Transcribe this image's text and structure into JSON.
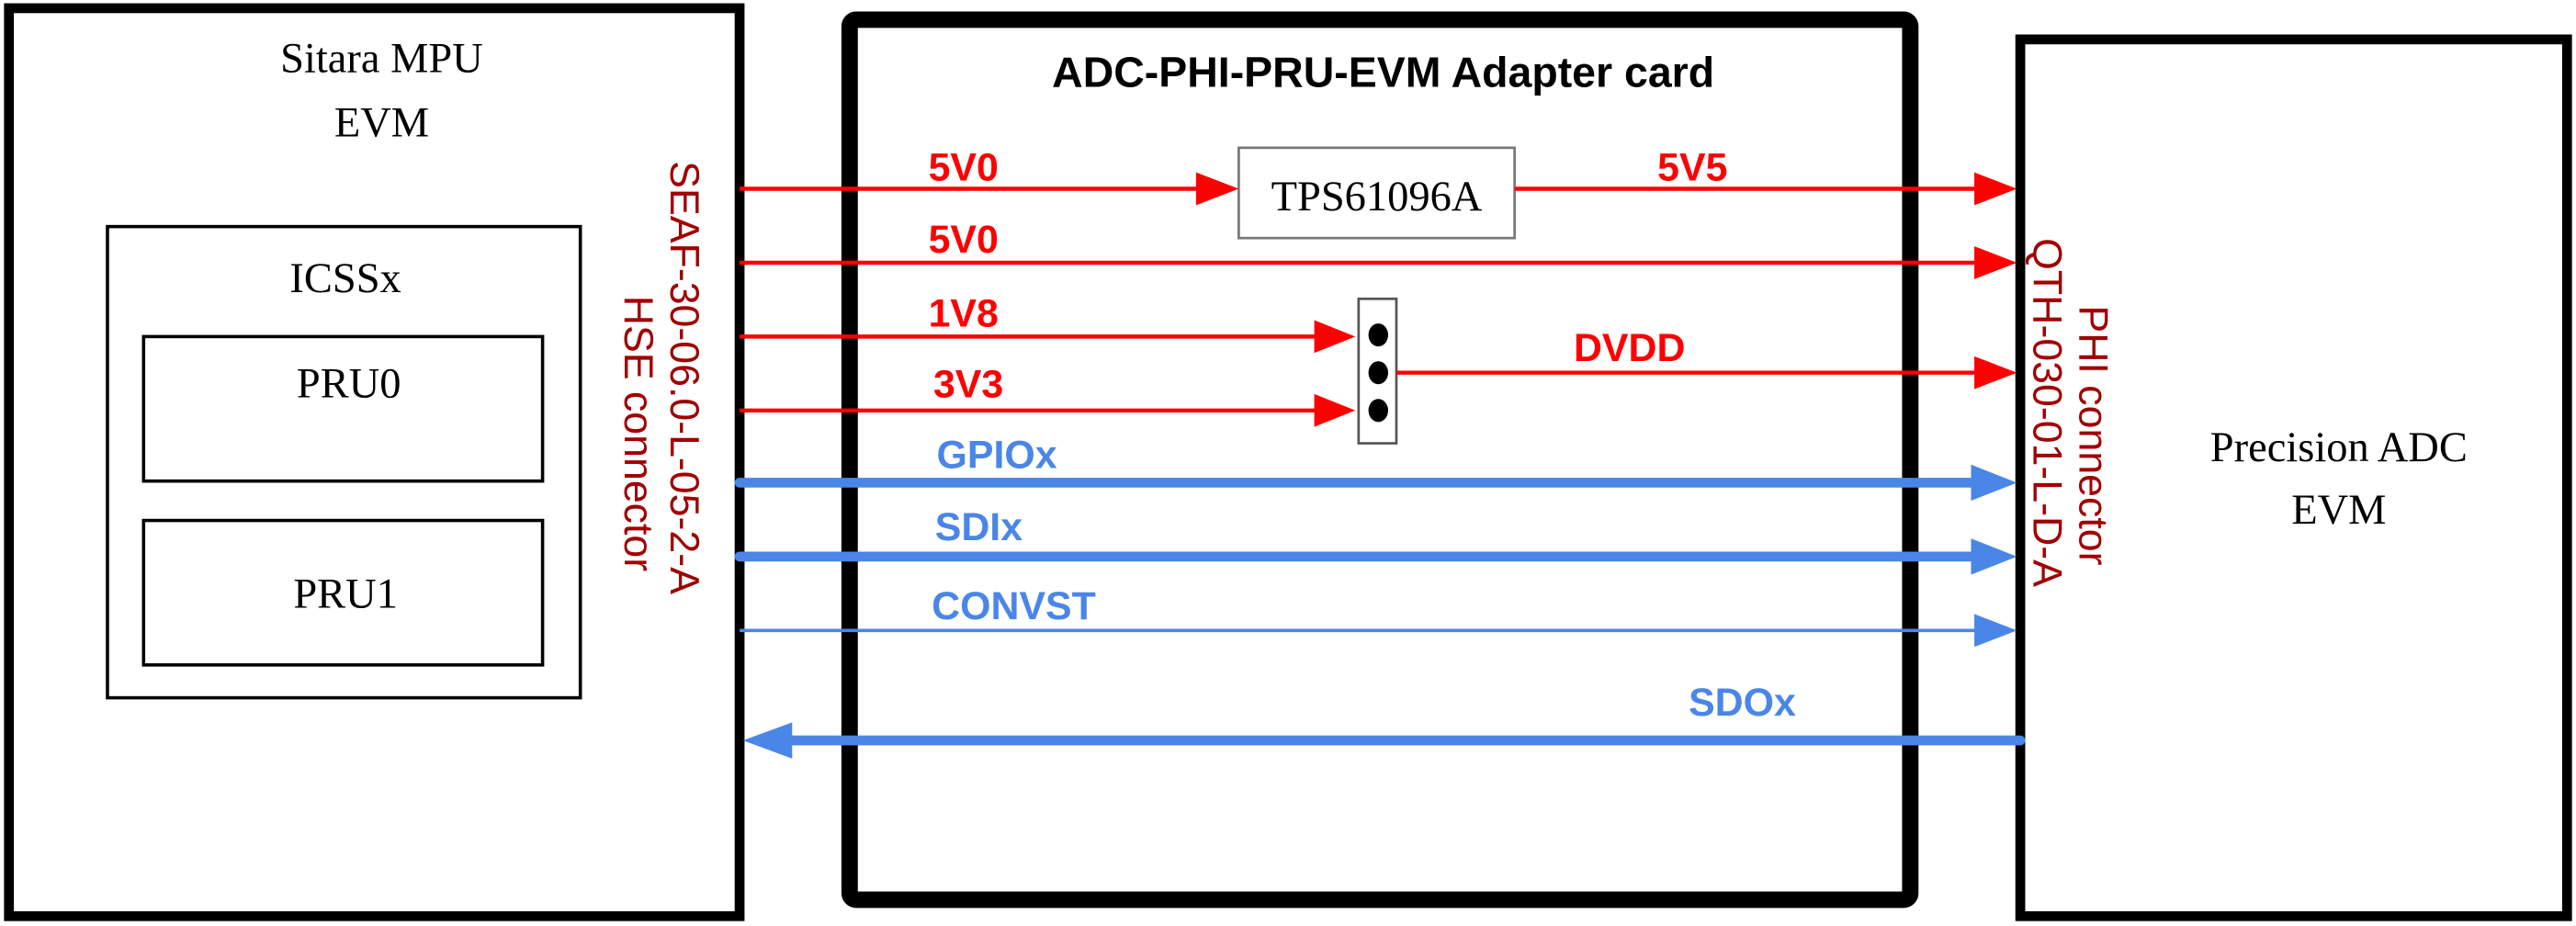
{
  "colors": {
    "power": "#ff0000",
    "signal": "#4a86e8",
    "connector": "#a00000",
    "outline": "#000000"
  },
  "blocks": {
    "mpu": {
      "line1": "Sitara MPU",
      "line2": "EVM"
    },
    "icss": {
      "label": "ICSSx"
    },
    "pru0": {
      "label": "PRU0"
    },
    "pru1": {
      "label": "PRU1"
    },
    "adapter": {
      "title": "ADC-PHI-PRU-EVM Adapter card"
    },
    "regulator": {
      "label": "TPS61096A"
    },
    "adc": {
      "line1": "Precision ADC",
      "line2": "EVM"
    }
  },
  "connectors": {
    "hse": {
      "part": "SEAF-30-06.0-L-05-2-A",
      "name": "HSE connector"
    },
    "phi": {
      "part": "QTH-030-01-L-D-A",
      "name": "PHI connector"
    }
  },
  "signals": {
    "in_5v0_a": "5V0",
    "out_5v5": "5V5",
    "in_5v0_b": "5V0",
    "in_1v8": "1V8",
    "in_3v3": "3V3",
    "dvdd": "DVDD",
    "gpio": "GPIOx",
    "sdi": "SDIx",
    "convst": "CONVST",
    "sdo": "SDOx"
  }
}
